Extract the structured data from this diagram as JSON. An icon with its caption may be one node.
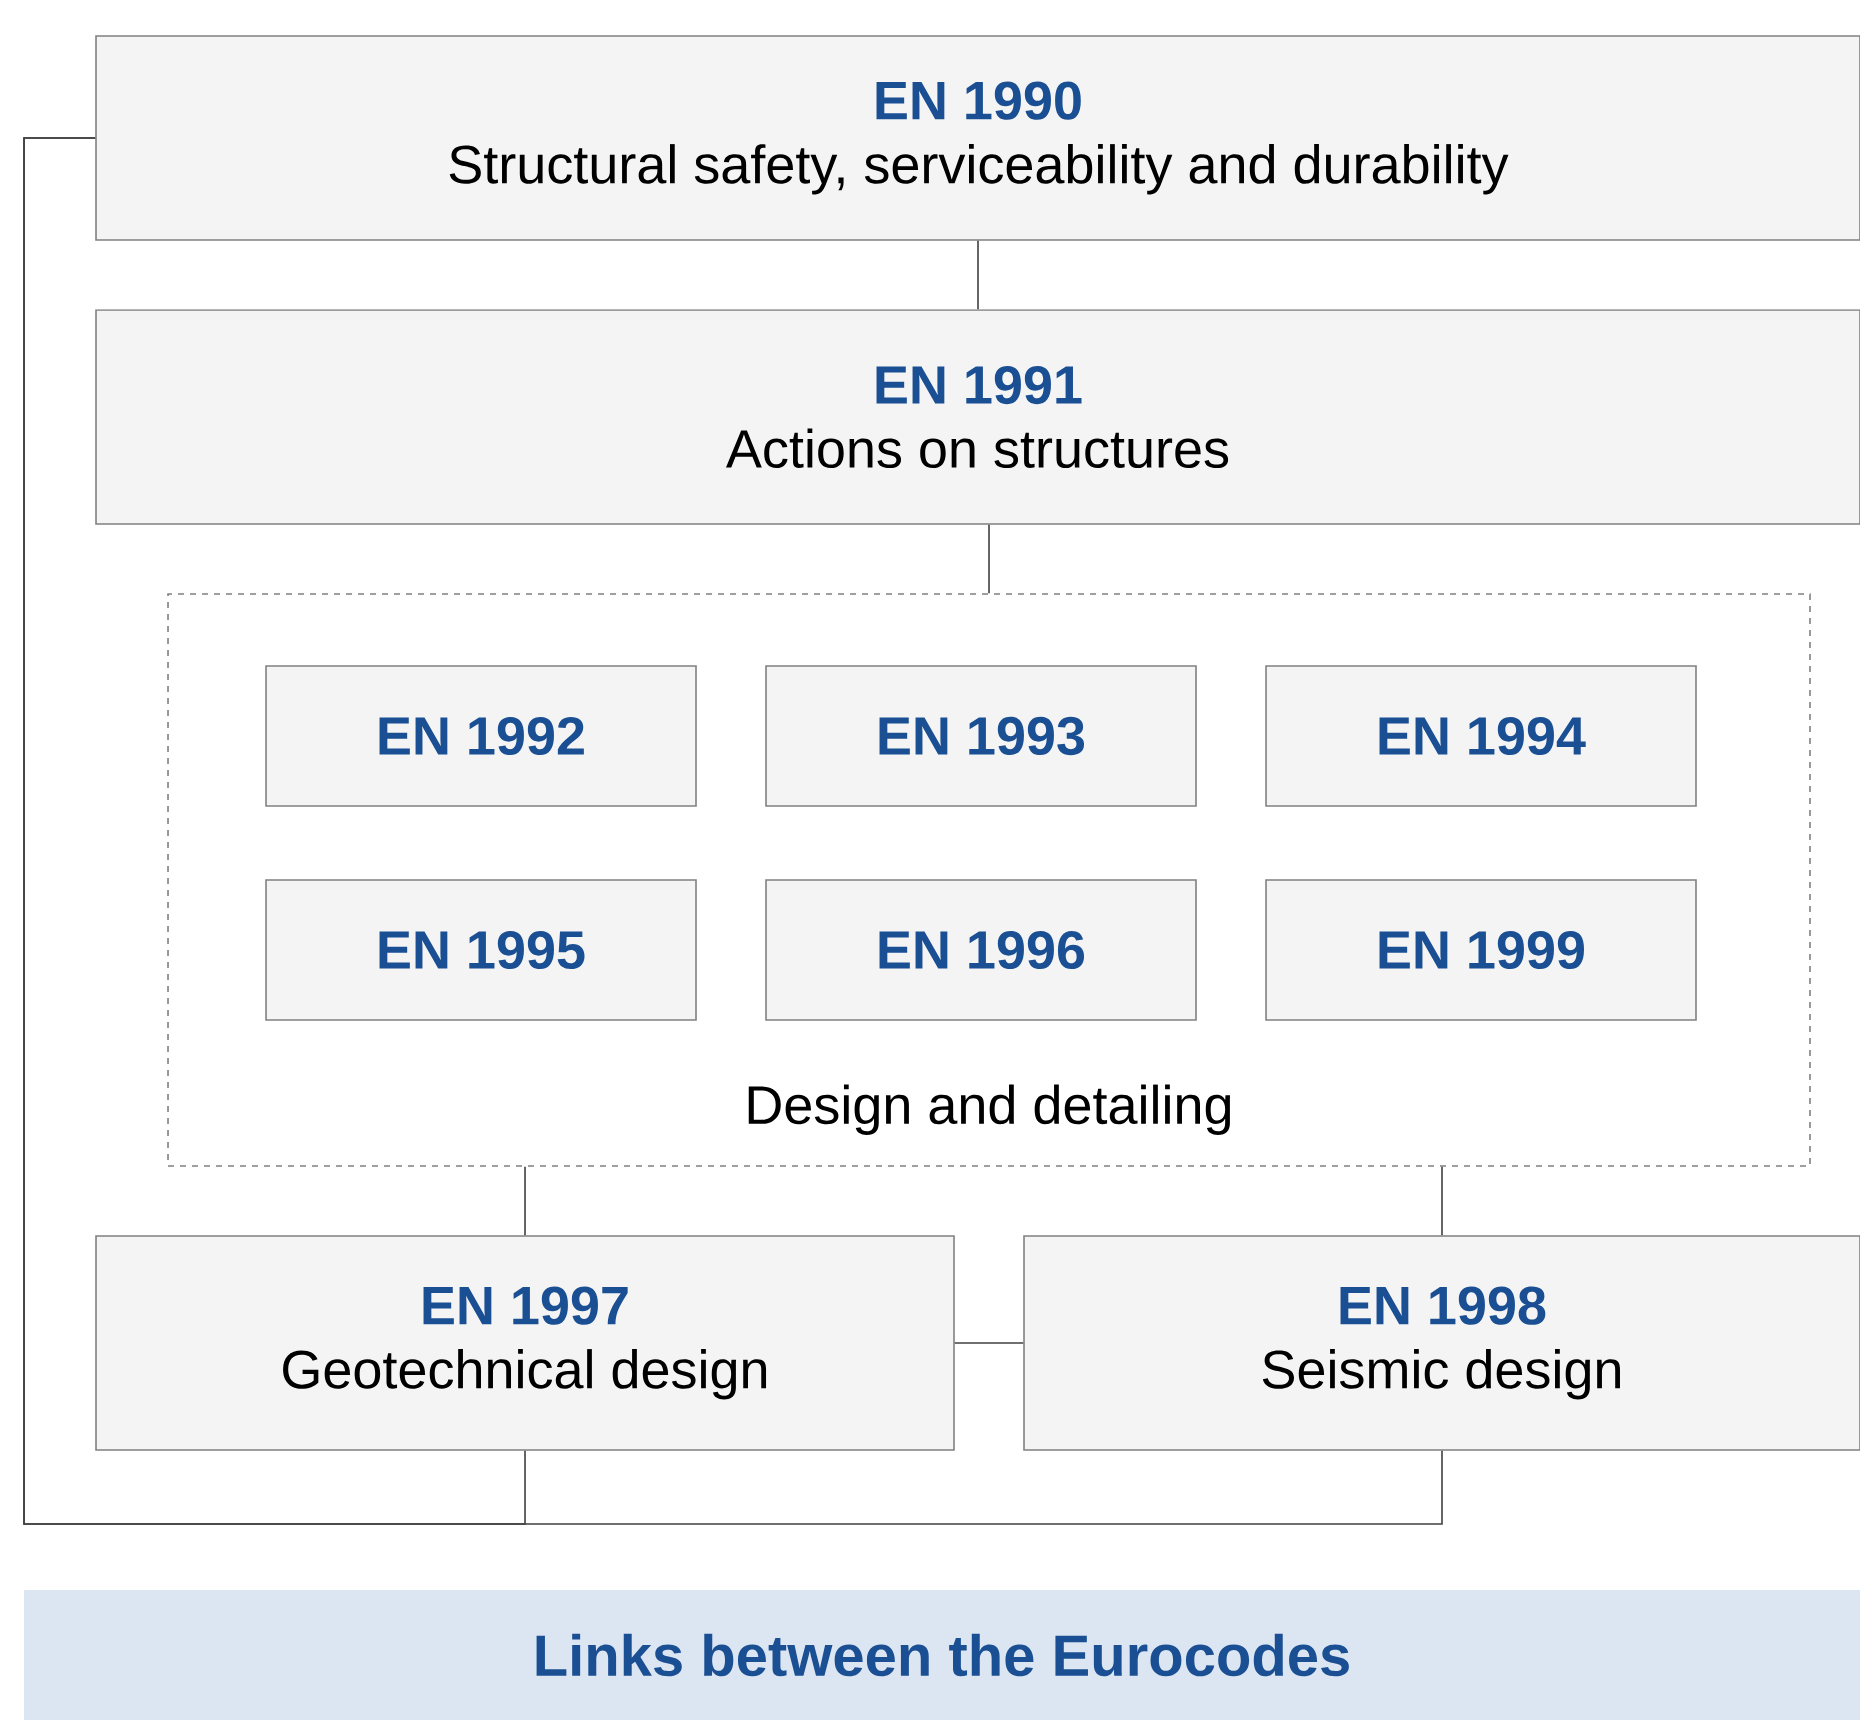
{
  "diagram": {
    "caption": "Links between the Eurocodes",
    "nodes": [
      {
        "text": [
          "EN 1990",
          "Structural safety, serviceability and durability"
        ]
      },
      {
        "text": [
          "EN 1991",
          "Actions on structures"
        ]
      },
      {
        "text": [
          "Design and detailing"
        ]
      },
      {
        "text": [
          "EN 1992"
        ],
        "in": 2
      },
      {
        "text": [
          "EN 1993"
        ],
        "in": 2
      },
      {
        "text": [
          "EN 1994"
        ],
        "in": 2
      },
      {
        "text": [
          "EN 1995"
        ],
        "in": 2
      },
      {
        "text": [
          "EN 1996"
        ],
        "in": 2
      },
      {
        "text": [
          "EN 1999"
        ],
        "in": 2
      },
      {
        "text": [
          "EN 1997",
          "Geotechnical design"
        ]
      },
      {
        "text": [
          "EN 1998",
          "Seismic design"
        ]
      }
    ],
    "edges": [
      {
        "from": 0,
        "to": 1,
        "arrow": "none"
      },
      {
        "from": 1,
        "to": 2,
        "arrow": "none"
      },
      {
        "from": 2,
        "to": 9,
        "arrow": "none"
      },
      {
        "from": 2,
        "to": 10,
        "arrow": "none"
      },
      {
        "from": 9,
        "to": 10,
        "arrow": "none"
      },
      {
        "from": 0,
        "to": 9,
        "arrow": "none"
      },
      {
        "from": 0,
        "to": 10,
        "arrow": "none"
      }
    ]
  }
}
